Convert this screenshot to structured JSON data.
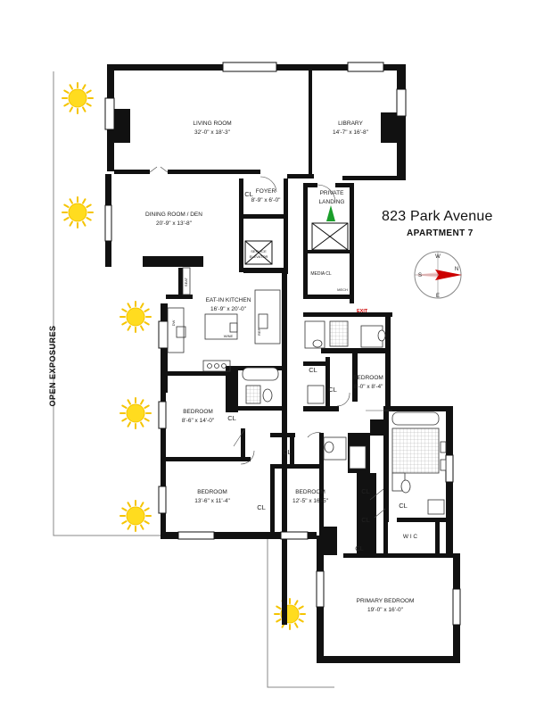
{
  "address": "823 Park Avenue",
  "apartment": "APARTMENT 7",
  "exposure_label": "OPEN EXPOSURES",
  "compass": {
    "n": "N",
    "w": "W",
    "e": "E",
    "s": "S"
  },
  "exit_label": "EXIT",
  "rooms": {
    "living_room": {
      "name": "LIVING ROOM",
      "dims": "32'-0\" x 18'-3\""
    },
    "library": {
      "name": "LIBRARY",
      "dims": "14'-7\" x 16'-8\""
    },
    "foyer": {
      "name": "FOYER",
      "dims": "8'-9\" x 6'-0\""
    },
    "private_landing": {
      "name1": "PRIVATE",
      "name2": "LANDING"
    },
    "dining_room": {
      "name": "DINING ROOM / DEN",
      "dims": "20'-9\" x 13'-8\""
    },
    "service_elevator": {
      "name1": "SERVICE",
      "name2": "ELEVATOR"
    },
    "kitchen": {
      "name": "EAT-IN KITCHEN",
      "dims": "16'-9\" x 20'-0\""
    },
    "bedroom_1": {
      "name": "BEDROOM",
      "dims": "8'-6\" x 14'-0\""
    },
    "bedroom_2": {
      "name": "BEDROOM",
      "dims": "8'-0\" x 8'-4\""
    },
    "bedroom_3": {
      "name": "BEDROOM",
      "dims": "13'-6\" x 11'-4\""
    },
    "bedroom_4": {
      "name": "BEDROOM",
      "dims": "12'-5\" x 16'-5\""
    },
    "primary_bedroom": {
      "name": "PRIMARY BEDROOM",
      "dims": "19'-0\" x 16'-0\""
    },
    "media_closet": {
      "name": "MEDIA CL"
    },
    "wic": {
      "name": "W I C"
    }
  },
  "closet_label": "CL",
  "small_labels": {
    "seat": "SEAT",
    "dw": "DW",
    "ref": "REF",
    "wine": "WINE",
    "mech": "MECH"
  },
  "colors": {
    "wall": "#111111",
    "sun_ray": "#f5c400",
    "sun_core": "#ffdc1f",
    "arrow_red": "#cc0000",
    "north_green": "#1a9e2a",
    "exit_red": "#cc0000"
  }
}
